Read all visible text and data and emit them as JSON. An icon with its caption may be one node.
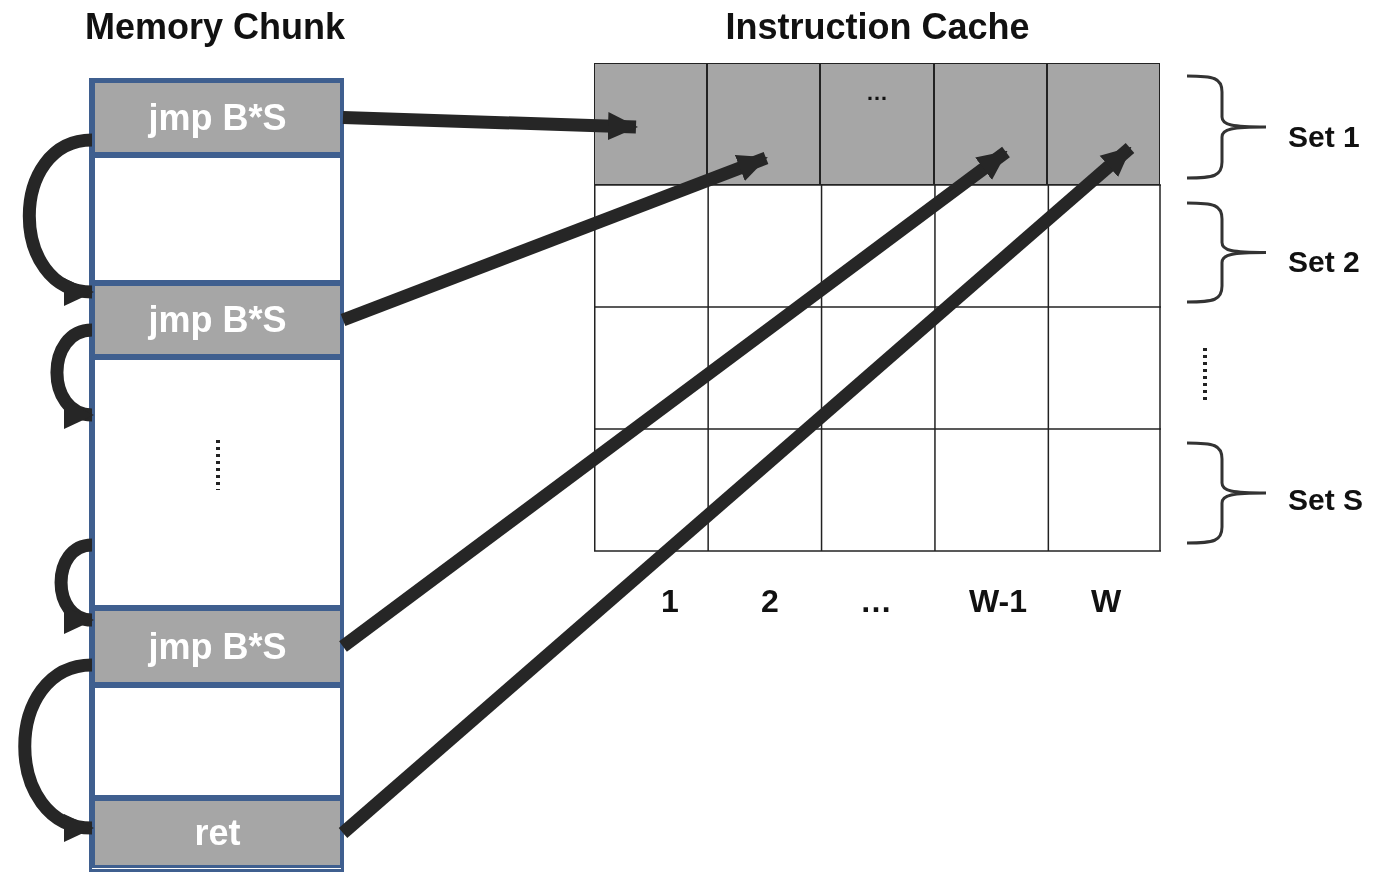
{
  "diagram": {
    "nodes": [
      {
        "text": [
          "Memory Chunk"
        ]
      },
      {
        "text": [
          "jmp B*S"
        ],
        "in": 0
      },
      {
        "text": [],
        "shape": "box",
        "in": 0
      },
      {
        "text": [
          "jmp B*S"
        ],
        "in": 0
      },
      {
        "text": [],
        "shape": "box",
        "in": 0
      },
      {
        "text": [
          "jmp B*S"
        ],
        "in": 0
      },
      {
        "text": [],
        "shape": "box",
        "in": 0
      },
      {
        "text": [
          "ret"
        ],
        "in": 0
      },
      {
        "text": [
          "Instruction Cache"
        ]
      },
      {
        "text": [],
        "shape": "box",
        "in": 8
      },
      {
        "text": [],
        "shape": "box",
        "in": 8
      },
      {
        "text": [
          "…"
        ],
        "in": 8
      },
      {
        "text": [],
        "shape": "box",
        "in": 8
      },
      {
        "text": [],
        "shape": "box",
        "in": 8
      }
    ],
    "edges": [
      {
        "from": 1,
        "to": 3,
        "arrow": "to"
      },
      {
        "from": 3,
        "to": 4,
        "arrow": "to"
      },
      {
        "from": 4,
        "to": 5,
        "arrow": "to"
      },
      {
        "from": 5,
        "to": 7,
        "arrow": "to"
      },
      {
        "from": 1,
        "to": 9,
        "arrow": "to"
      },
      {
        "from": 3,
        "to": 10,
        "arrow": "to"
      },
      {
        "from": 5,
        "to": 12,
        "arrow": "to"
      },
      {
        "from": 7,
        "to": 13,
        "arrow": "to"
      }
    ],
    "labels": [
      "Set 1",
      "Set 2",
      "Set S",
      "1",
      "2",
      "…",
      "W-1",
      "W"
    ]
  }
}
